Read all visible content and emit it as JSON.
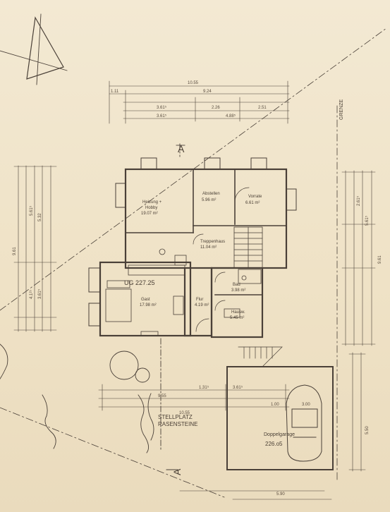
{
  "drawing": {
    "grenze": "GRENZE",
    "section_mark_top": "A",
    "section_mark_bottom": "A",
    "ug_level": "UG  227.25",
    "stellplatz": "STELLPLATZ",
    "rasensteine": "RASENSTEINE",
    "garage_name": "Doppelgarage",
    "garage_level": "226.o5"
  },
  "rooms": {
    "heizung_1": "Heizung +",
    "heizung_2": "Hobby",
    "heizung_area": "19.07 m²",
    "abstellen": "Abstellen",
    "abstellen_area": "5.96 m²",
    "vorrate": "Vorrate",
    "vorrate_area": "6.61 m²",
    "treppenhaus": "Treppenhaus",
    "treppenhaus_area": "11.04 m²",
    "bad": "Bad",
    "bad_area": "3.98 m²",
    "gast": "Gast",
    "gast_area": "17.98 m²",
    "flur": "Flur",
    "flur_area": "4.19 m²",
    "hausw": "Hausw.",
    "hausw_area": "5.45 m²"
  },
  "dimensions": {
    "top_total": "10.55",
    "top_d1": "1.11",
    "top_d2": "9.24",
    "top_d3": "3.61⁵",
    "top_d4": "2.26",
    "top_d5": "2.51",
    "top_d6": "3.61⁵",
    "top_d7": "4.88⁵",
    "left_total": "9.61",
    "left_d1": "5.61⁵",
    "left_d2": "5.32",
    "left_d3": "4.1²⁵",
    "left_d4": "3.61⁵",
    "right_total": "9.61",
    "right_d1": "2.61⁵",
    "right_d2": "5.61⁵",
    "bottom_total": "10.55",
    "bottom_d1": "1.31⁵",
    "bottom_d2": "3.61⁵",
    "bottom_d3": "9.55",
    "bottom_d4": "3.00",
    "bottom_d5": "1.00",
    "right_lower": "5.50",
    "garage_bottom": "5.90"
  }
}
